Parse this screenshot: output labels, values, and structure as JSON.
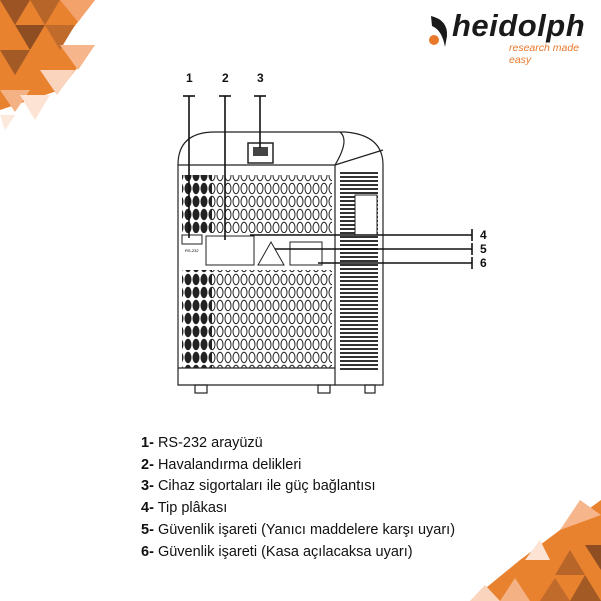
{
  "logo": {
    "name": "heidolph",
    "tagline": "research made easy",
    "accent_color": "#e8792b"
  },
  "diagram": {
    "callout_numbers_top": [
      "1",
      "2",
      "3"
    ],
    "callout_numbers_right": [
      "4",
      "5",
      "6"
    ],
    "port_label": "RS-232"
  },
  "legend": [
    {
      "num": "1-",
      "text": "RS-232 arayüzü"
    },
    {
      "num": "2-",
      "text": "Havalandırma delikleri"
    },
    {
      "num": "3-",
      "text": "Cihaz sigortaları ile güç bağlantısı"
    },
    {
      "num": "4-",
      "text": "Tip plâkası"
    },
    {
      "num": "5-",
      "text": "Güvenlik işareti (Yanıcı maddelere karşı uyarı)"
    },
    {
      "num": "6-",
      "text": "Güvenlik işareti (Kasa açılacaksa uyarı)"
    }
  ],
  "colors": {
    "orange": "#e8792b",
    "dark_orange": "#a9581f",
    "light_orange": "#f6c9a8"
  }
}
